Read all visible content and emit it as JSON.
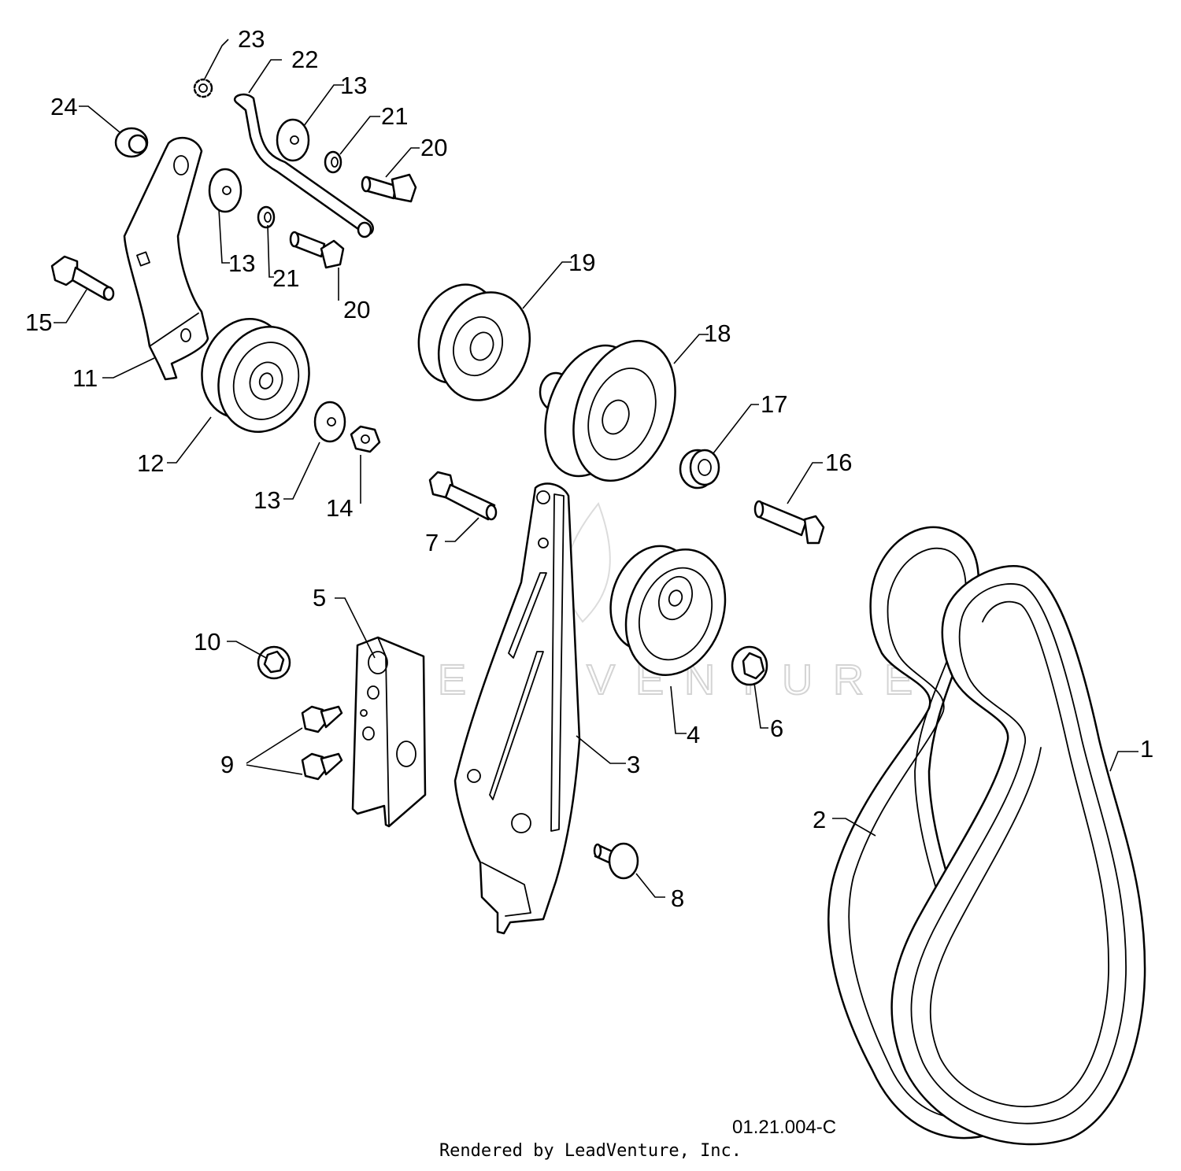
{
  "callouts": [
    {
      "label": "1",
      "part": "belt-outer"
    },
    {
      "label": "2",
      "part": "belt-inner"
    },
    {
      "label": "3",
      "part": "idler-arm-bracket"
    },
    {
      "label": "4",
      "part": "idler-pulley-lower"
    },
    {
      "label": "5",
      "part": "mounting-plate"
    },
    {
      "label": "6",
      "part": "flange-nut"
    },
    {
      "label": "7",
      "part": "bolt-shoulder"
    },
    {
      "label": "8",
      "part": "bolt-short"
    },
    {
      "label": "9",
      "part": "self-tapping-screws"
    },
    {
      "label": "10",
      "part": "flange-nut-small"
    },
    {
      "label": "11",
      "part": "idler-bracket-upper"
    },
    {
      "label": "12",
      "part": "idler-pulley-upper"
    },
    {
      "label": "13",
      "part": "flat-washer"
    },
    {
      "label": "13",
      "part": "flat-washer"
    },
    {
      "label": "13",
      "part": "flat-washer"
    },
    {
      "label": "14",
      "part": "lock-nut"
    },
    {
      "label": "15",
      "part": "bolt-shoulder-upper"
    },
    {
      "label": "16",
      "part": "bolt-hex"
    },
    {
      "label": "17",
      "part": "spacer"
    },
    {
      "label": "18",
      "part": "pulley-v-large"
    },
    {
      "label": "19",
      "part": "pulley-v-small"
    },
    {
      "label": "20",
      "part": "bolt-hex-short"
    },
    {
      "label": "20",
      "part": "bolt-hex-short"
    },
    {
      "label": "21",
      "part": "lock-washer"
    },
    {
      "label": "21",
      "part": "lock-washer"
    },
    {
      "label": "22",
      "part": "rod-bent"
    },
    {
      "label": "23",
      "part": "star-washer"
    },
    {
      "label": "24",
      "part": "flange-bushing"
    }
  ],
  "drawing_id": "01.21.004-C",
  "watermark": "LEADVENTURE",
  "footer": "Rendered by LeadVenture, Inc."
}
